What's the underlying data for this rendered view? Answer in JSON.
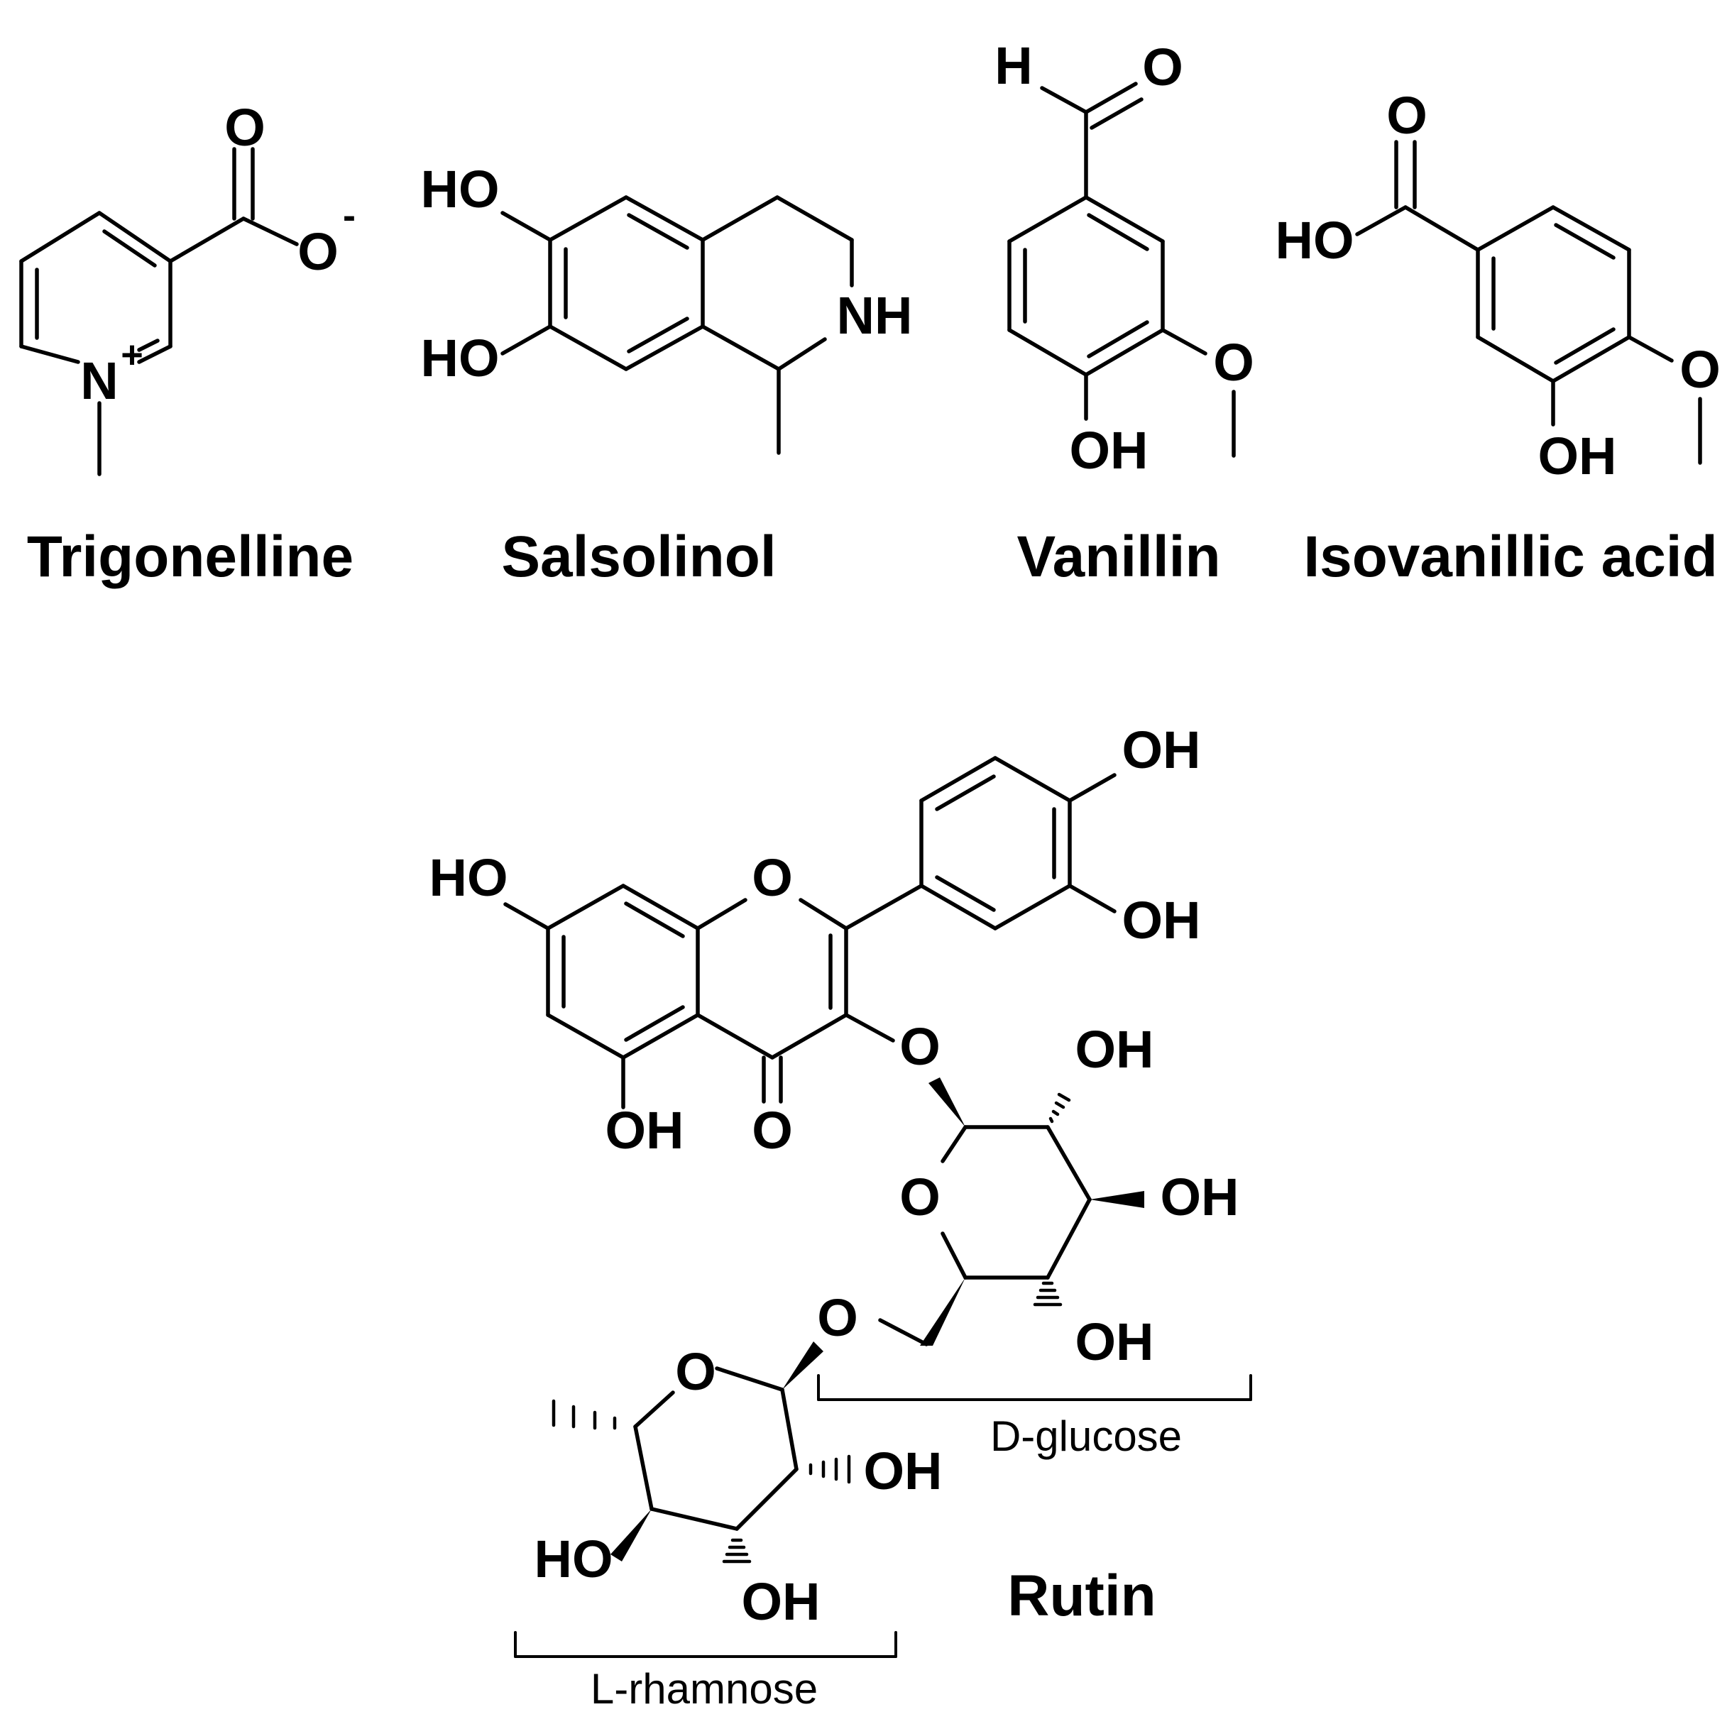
{
  "compounds": {
    "trigonelline": {
      "name": "Trigonelline",
      "atoms": {
        "o_top": "O",
        "o_minus": "O",
        "charge_minus": "-",
        "n": "N",
        "charge_plus": "+"
      }
    },
    "salsolinol": {
      "name": "Salsolinol",
      "atoms": {
        "ho_1": "HO",
        "ho_2": "HO",
        "nh": "NH"
      }
    },
    "vanillin": {
      "name": "Vanillin",
      "atoms": {
        "h": "H",
        "o_ald": "O",
        "o_me": "O",
        "oh": "OH"
      }
    },
    "isovanillic_acid": {
      "name": "Isovanillic acid",
      "atoms": {
        "o_top": "O",
        "ho": "HO",
        "o_me": "O",
        "oh": "OH"
      }
    },
    "rutin": {
      "name": "Rutin",
      "atoms": {
        "ho_7": "HO",
        "o_ring": "O",
        "oh_3p": "OH",
        "oh_4p": "OH",
        "oh_5": "OH",
        "o_4": "O",
        "o_3": "O",
        "glc_oh_2": "OH",
        "glc_o_ring": "O",
        "glc_oh_3": "OH",
        "glc_oh_4": "OH",
        "glc_o_6": "O",
        "rha_o_ring": "O",
        "rha_oh_2": "OH",
        "rha_ho_4": "HO",
        "rha_oh_3": "OH"
      },
      "sugars": {
        "glucose": "D-glucose",
        "rhamnose": "L-rhamnose"
      }
    }
  }
}
